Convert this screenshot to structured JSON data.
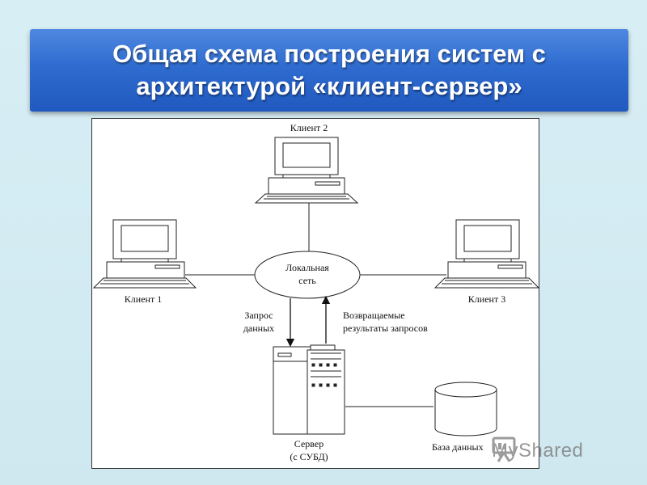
{
  "title": "Общая схема построения систем с архитектурой «клиент-сервер»",
  "diagram": {
    "client1": "Клиент 1",
    "client2": "Клиент 2",
    "client3": "Клиент 3",
    "network_line1": "Локальная",
    "network_line2": "сеть",
    "request_line1": "Запрос",
    "request_line2": "данных",
    "results_line1": "Возвращаемые",
    "results_line2": "результаты запросов",
    "server_line1": "Сервер",
    "server_line2": "(с СУБД)",
    "database": "База данных"
  },
  "watermark": {
    "text": "MyShared",
    "icon": "presentation-board-icon"
  },
  "colors": {
    "title_bg": "#2f6cd0",
    "page_bg": "#d8eef5"
  }
}
